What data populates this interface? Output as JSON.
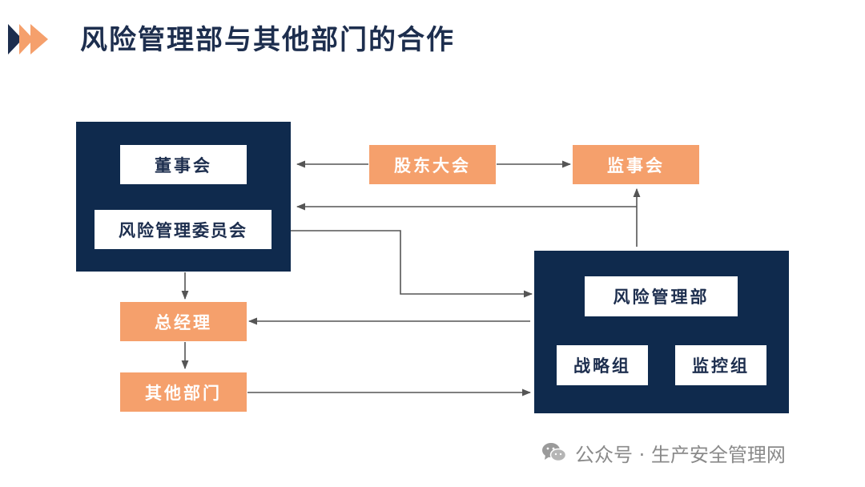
{
  "title": "风险管理部与其他部门的合作",
  "colors": {
    "navy": "#0f2a4d",
    "orange": "#f5a06c",
    "arrow": "#555555",
    "title": "#1d2e4e"
  },
  "nodes": {
    "board": "董事会",
    "risk_committee": "风险管理委员会",
    "shareholders": "股东大会",
    "supervisors": "监事会",
    "general_manager": "总经理",
    "other_departments": "其他部门",
    "risk_department": "风险管理部",
    "strategy_group": "战略组",
    "monitoring_group": "监控组"
  },
  "watermark": {
    "text": "公众号 · 生产安全管理网",
    "icon": "wechat-icon"
  }
}
